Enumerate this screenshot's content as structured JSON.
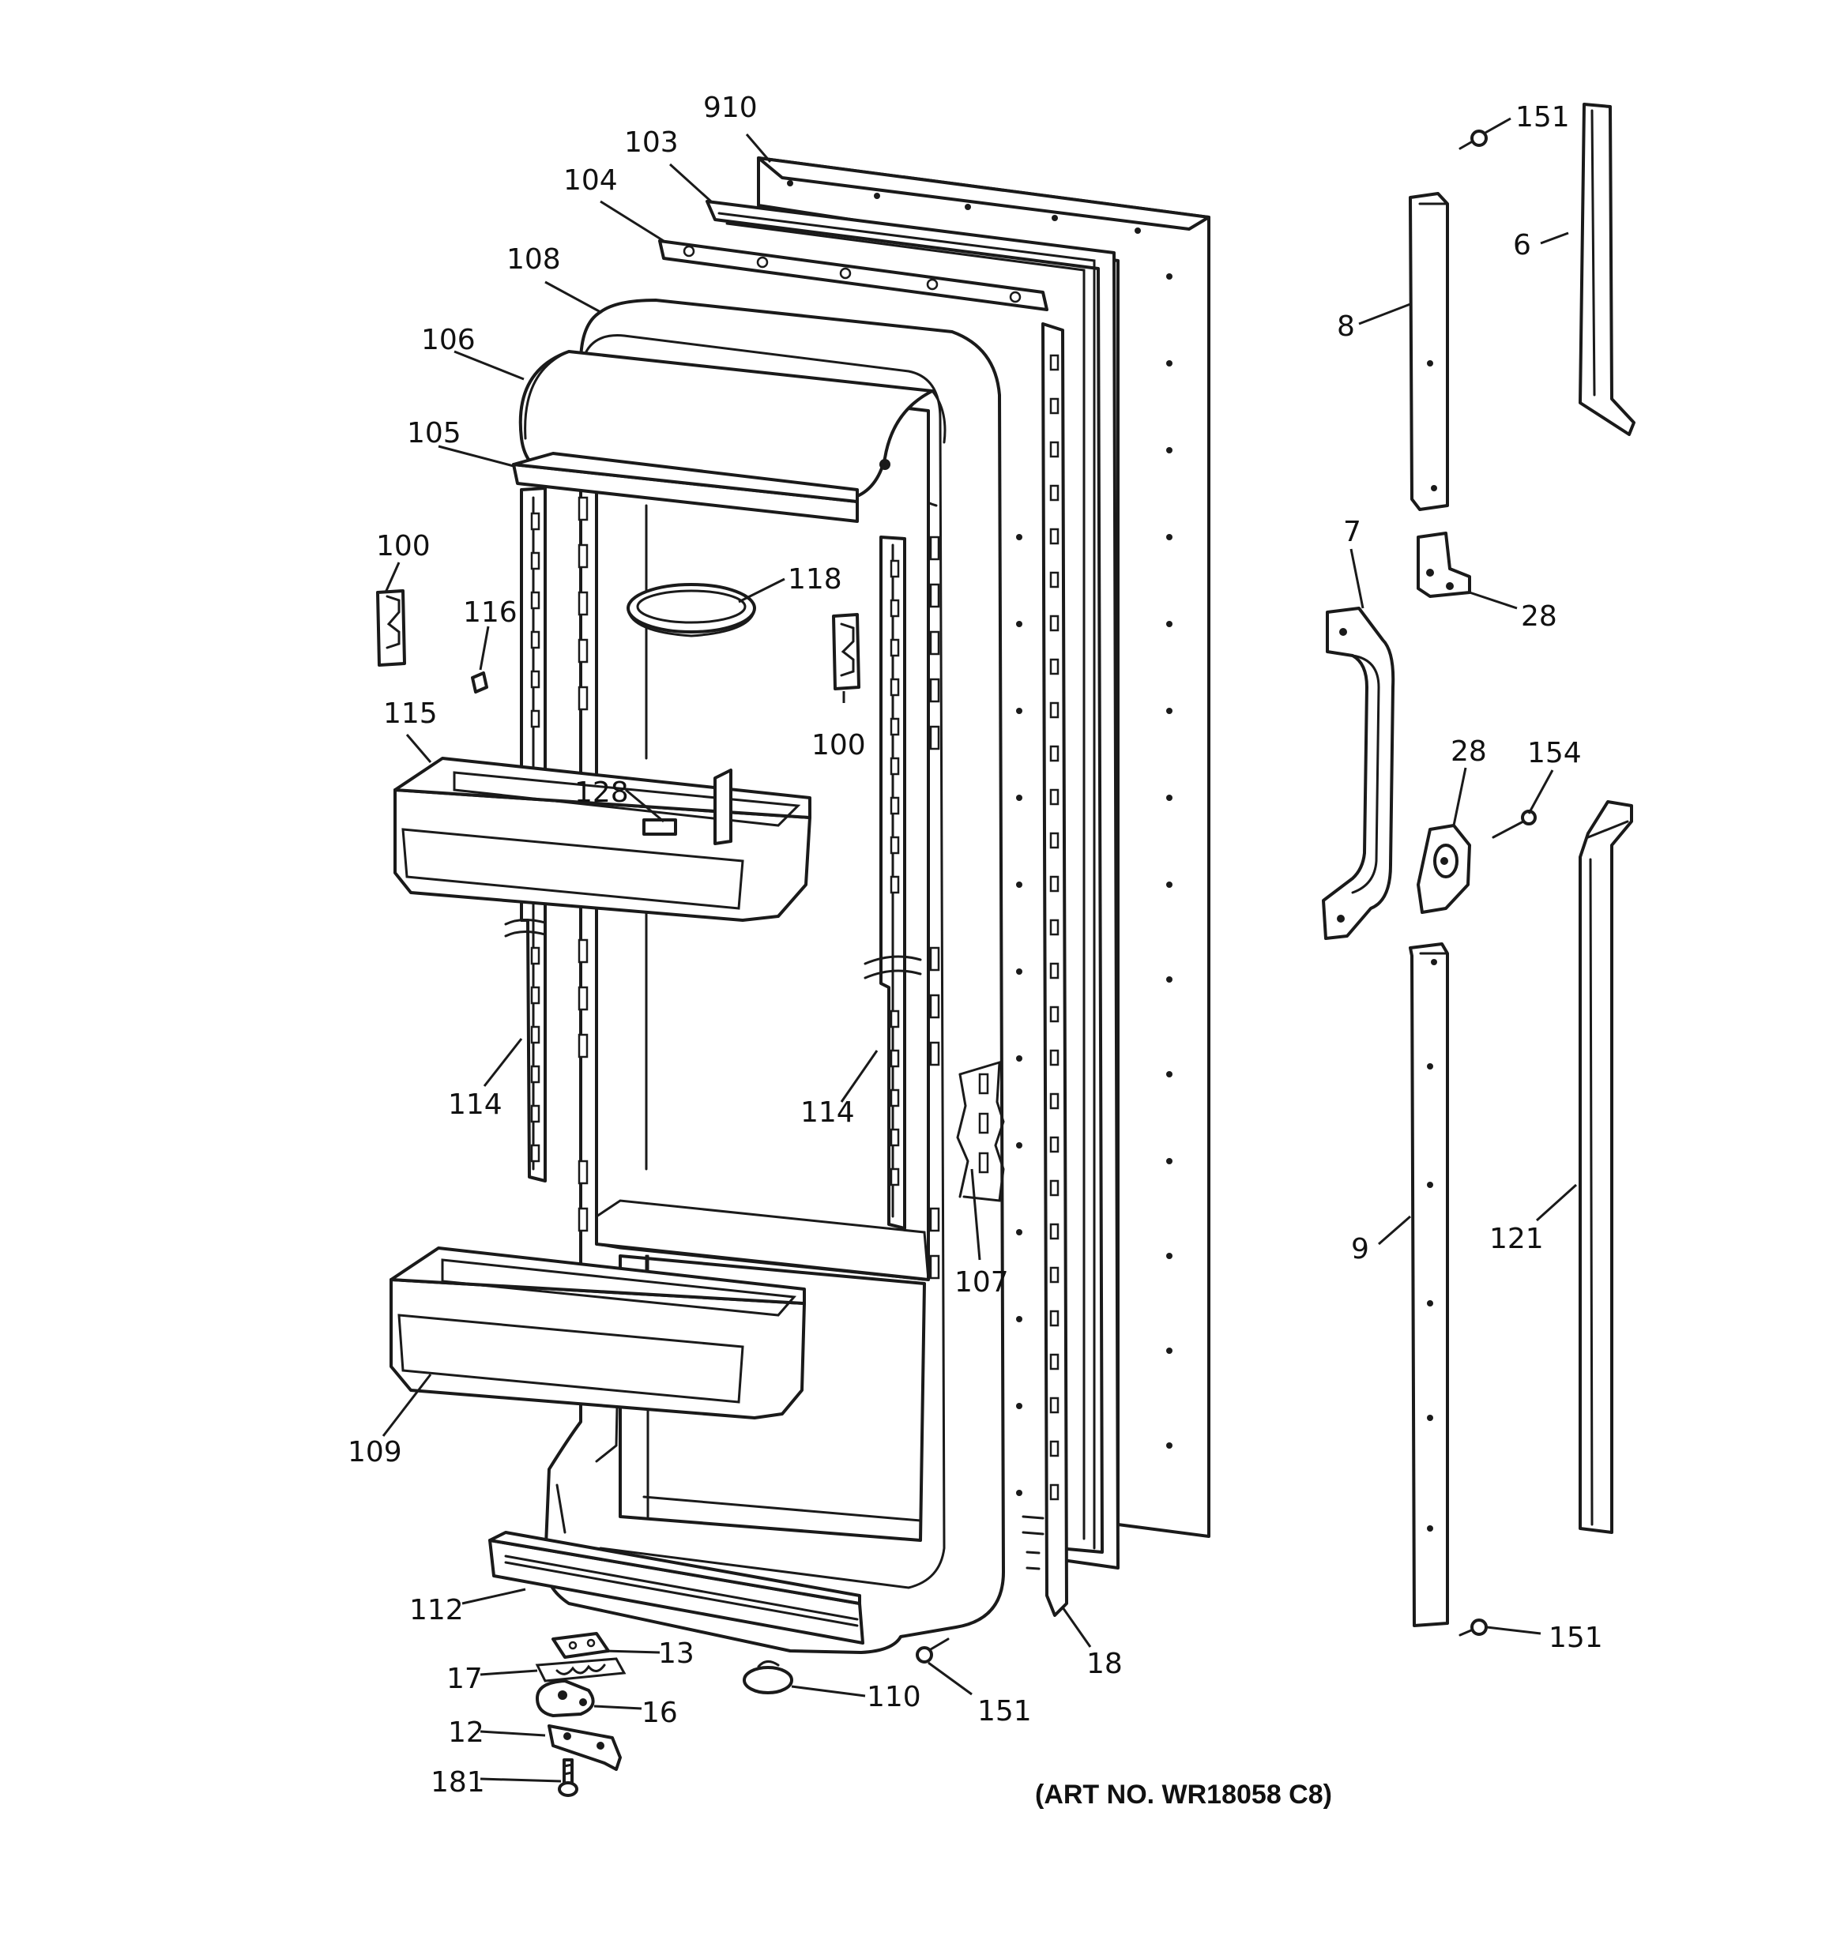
{
  "art_number": "(ART NO. WR18058 C8)",
  "callouts": [
    {
      "id": "c910",
      "label": "910"
    },
    {
      "id": "c103",
      "label": "103"
    },
    {
      "id": "c104",
      "label": "104"
    },
    {
      "id": "c108",
      "label": "108"
    },
    {
      "id": "c106",
      "label": "106"
    },
    {
      "id": "c105",
      "label": "105"
    },
    {
      "id": "c100a",
      "label": "100"
    },
    {
      "id": "c116",
      "label": "116"
    },
    {
      "id": "c118",
      "label": "118"
    },
    {
      "id": "c100b",
      "label": "100"
    },
    {
      "id": "c115",
      "label": "115"
    },
    {
      "id": "c128",
      "label": "128"
    },
    {
      "id": "c114a",
      "label": "114"
    },
    {
      "id": "c114b",
      "label": "114"
    },
    {
      "id": "c107",
      "label": "107"
    },
    {
      "id": "c109",
      "label": "109"
    },
    {
      "id": "c112",
      "label": "112"
    },
    {
      "id": "c13",
      "label": "13"
    },
    {
      "id": "c17",
      "label": "17"
    },
    {
      "id": "c16",
      "label": "16"
    },
    {
      "id": "c12",
      "label": "12"
    },
    {
      "id": "c181",
      "label": "181"
    },
    {
      "id": "c110",
      "label": "110"
    },
    {
      "id": "c151a",
      "label": "151"
    },
    {
      "id": "c18",
      "label": "18"
    },
    {
      "id": "c151b",
      "label": "151"
    },
    {
      "id": "c6",
      "label": "6"
    },
    {
      "id": "c8",
      "label": "8"
    },
    {
      "id": "c7",
      "label": "7"
    },
    {
      "id": "c28a",
      "label": "28"
    },
    {
      "id": "c28b",
      "label": "28"
    },
    {
      "id": "c154",
      "label": "154"
    },
    {
      "id": "c9",
      "label": "9"
    },
    {
      "id": "c121",
      "label": "121"
    },
    {
      "id": "c151c",
      "label": "151"
    }
  ]
}
